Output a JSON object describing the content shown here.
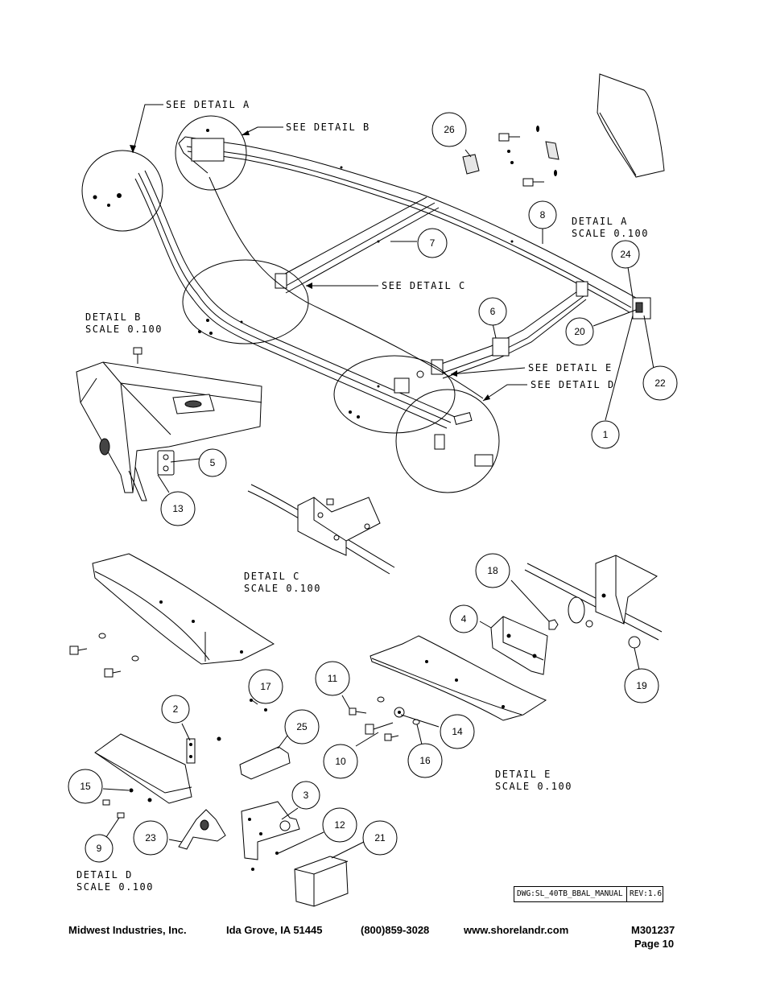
{
  "callouts": {
    "see_detail_a": "SEE DETAIL  A",
    "see_detail_b": "SEE DETAIL  B",
    "see_detail_c": "SEE DETAIL  C",
    "see_detail_d": "SEE DETAIL  D",
    "see_detail_e": "SEE DETAIL  E"
  },
  "details": {
    "a": {
      "title": "DETAIL  A",
      "scale": "SCALE  0.100"
    },
    "b": {
      "title": "DETAIL  B",
      "scale": "SCALE  0.100"
    },
    "c": {
      "title": "DETAIL  C",
      "scale": "SCALE  0.100"
    },
    "d": {
      "title": "DETAIL  D",
      "scale": "SCALE  0.100"
    },
    "e": {
      "title": "DETAIL  E",
      "scale": "SCALE  0.100"
    }
  },
  "balloons": [
    "26",
    "8",
    "7",
    "24",
    "20",
    "22",
    "6",
    "1",
    "5",
    "13",
    "18",
    "4",
    "19",
    "17",
    "11",
    "2",
    "25",
    "14",
    "10",
    "16",
    "15",
    "3",
    "12",
    "21",
    "23",
    "9"
  ],
  "title_block": {
    "dwg": "DWG:SL_40TB_BBAL_MANUAL",
    "rev": "REV:1.6"
  },
  "footer": {
    "company": "Midwest Industries, Inc.",
    "city": "Ida Grove, IA  51445",
    "phone": "(800)859-3028",
    "website": "www.shorelandr.com",
    "doc_number": "M301237",
    "page": "Page 10"
  }
}
